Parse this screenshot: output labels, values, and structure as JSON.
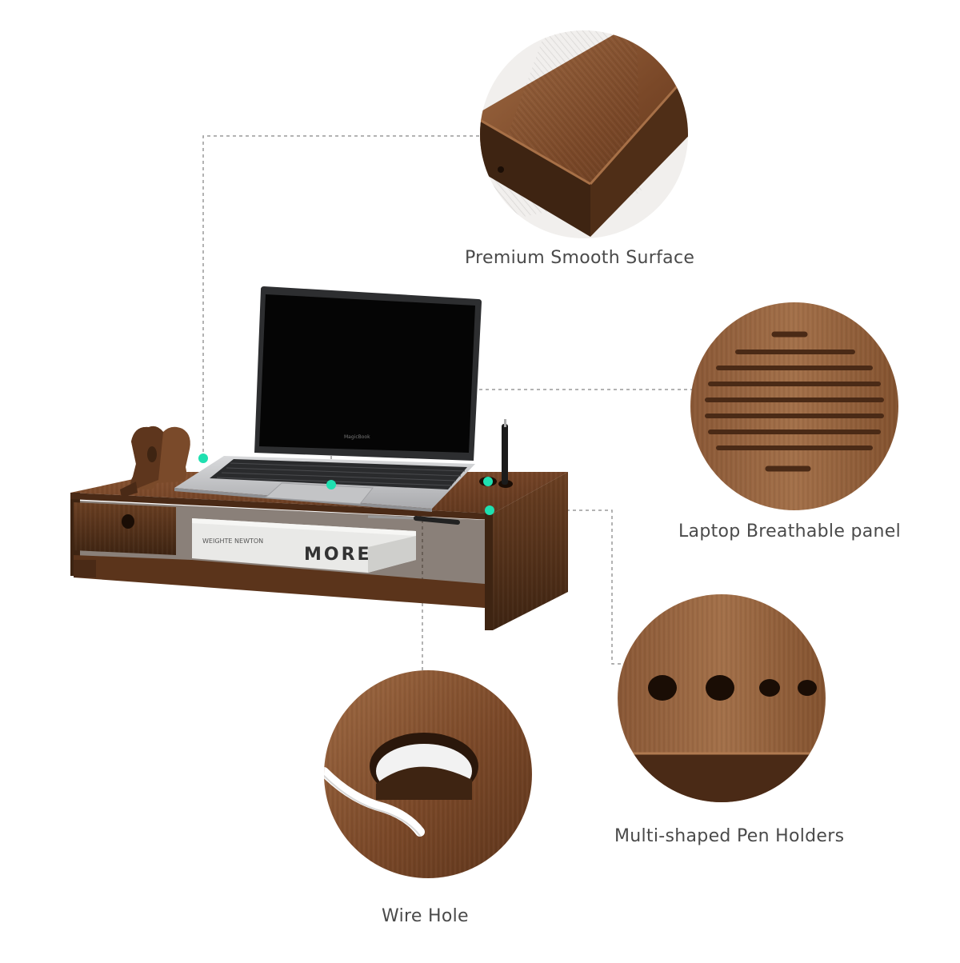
{
  "features": {
    "surface": "Premium Smooth Surface",
    "panel": "Laptop Breathable panel",
    "pen_holders": "Multi-shaped Pen Holders",
    "wire_hole": "Wire Hole"
  },
  "product": {
    "book_title": "MORE",
    "book_author": "WEIGHTE NEWTON",
    "laptop_brand": "MagicBook"
  },
  "colors": {
    "wood_dark": "#4a2a16",
    "wood_mid": "#7a4a2a",
    "wood_light": "#9a6a45",
    "marker": "#1fe0b0",
    "guide_line": "#9a9a9a",
    "label_text": "#4a4a4a"
  }
}
